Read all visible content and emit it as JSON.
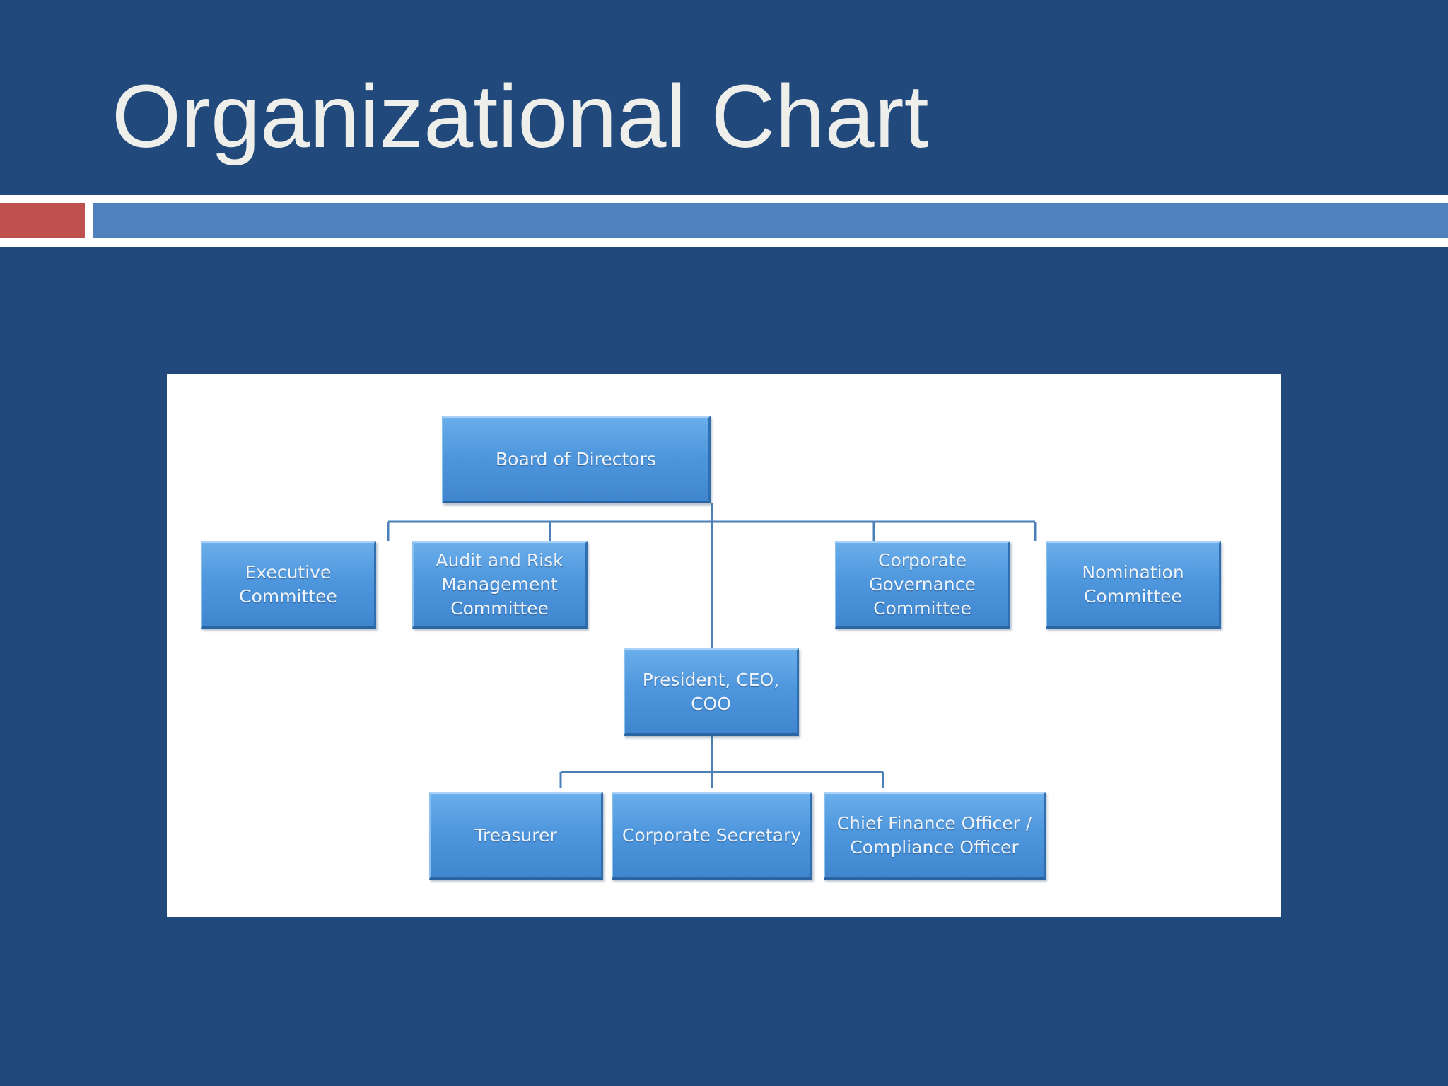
{
  "slide": {
    "title": "Organizational Chart"
  },
  "colors": {
    "background": "#21497c",
    "title_text": "#eeeeea",
    "accent_red": "#c0504d",
    "accent_blue": "#4f81bd",
    "node_fill": "#4f97dd",
    "connector": "#4a7fb8"
  },
  "org_chart": {
    "nodes": [
      {
        "id": "board",
        "label": "Board of Directors",
        "level": 0
      },
      {
        "id": "executive",
        "label": "Executive\nCommittee",
        "level": 1,
        "parent": "board"
      },
      {
        "id": "audit",
        "label": "Audit and Risk\nManagement\nCommittee",
        "level": 1,
        "parent": "board"
      },
      {
        "id": "governance",
        "label": "Corporate\nGovernance\nCommittee",
        "level": 1,
        "parent": "board"
      },
      {
        "id": "nomination",
        "label": "Nomination\nCommittee",
        "level": 1,
        "parent": "board"
      },
      {
        "id": "president",
        "label": "President, CEO,\nCOO",
        "level": 2,
        "parent": "board"
      },
      {
        "id": "treasurer",
        "label": "Treasurer",
        "level": 3,
        "parent": "president"
      },
      {
        "id": "secretary",
        "label": "Corporate Secretary",
        "level": 3,
        "parent": "president"
      },
      {
        "id": "cfo",
        "label": "Chief Finance Officer /\nCompliance Officer",
        "level": 3,
        "parent": "president"
      }
    ]
  }
}
